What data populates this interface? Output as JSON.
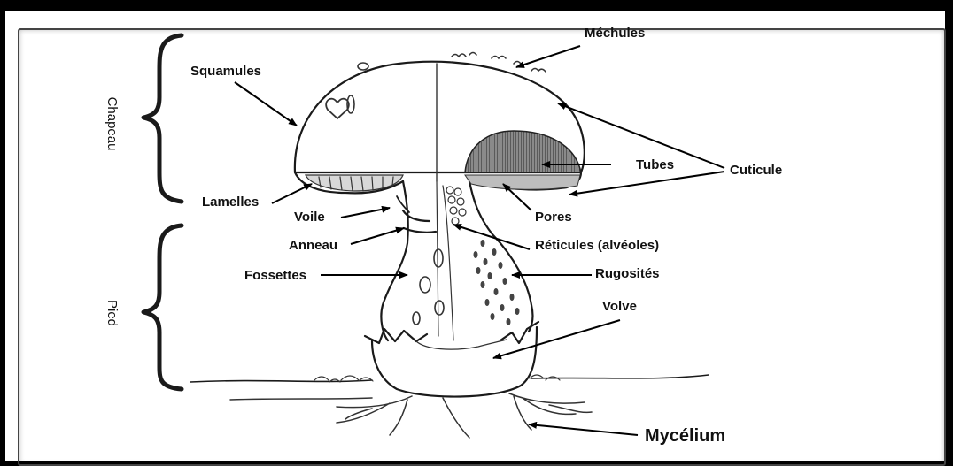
{
  "labels": {
    "mechules": "Méchules",
    "squamules": "Squamules",
    "tubes": "Tubes",
    "cuticule": "Cuticule",
    "lamelles": "Lamelles",
    "voile": "Voile",
    "pores": "Pores",
    "anneau": "Anneau",
    "reticules": "Réticules (alvéoles)",
    "fossettes": "Fossettes",
    "rugosites": "Rugosités",
    "volve": "Volve",
    "mycelium": "Mycélium"
  },
  "sections": {
    "chapeau": "Chapeau",
    "pied": "Pied"
  }
}
